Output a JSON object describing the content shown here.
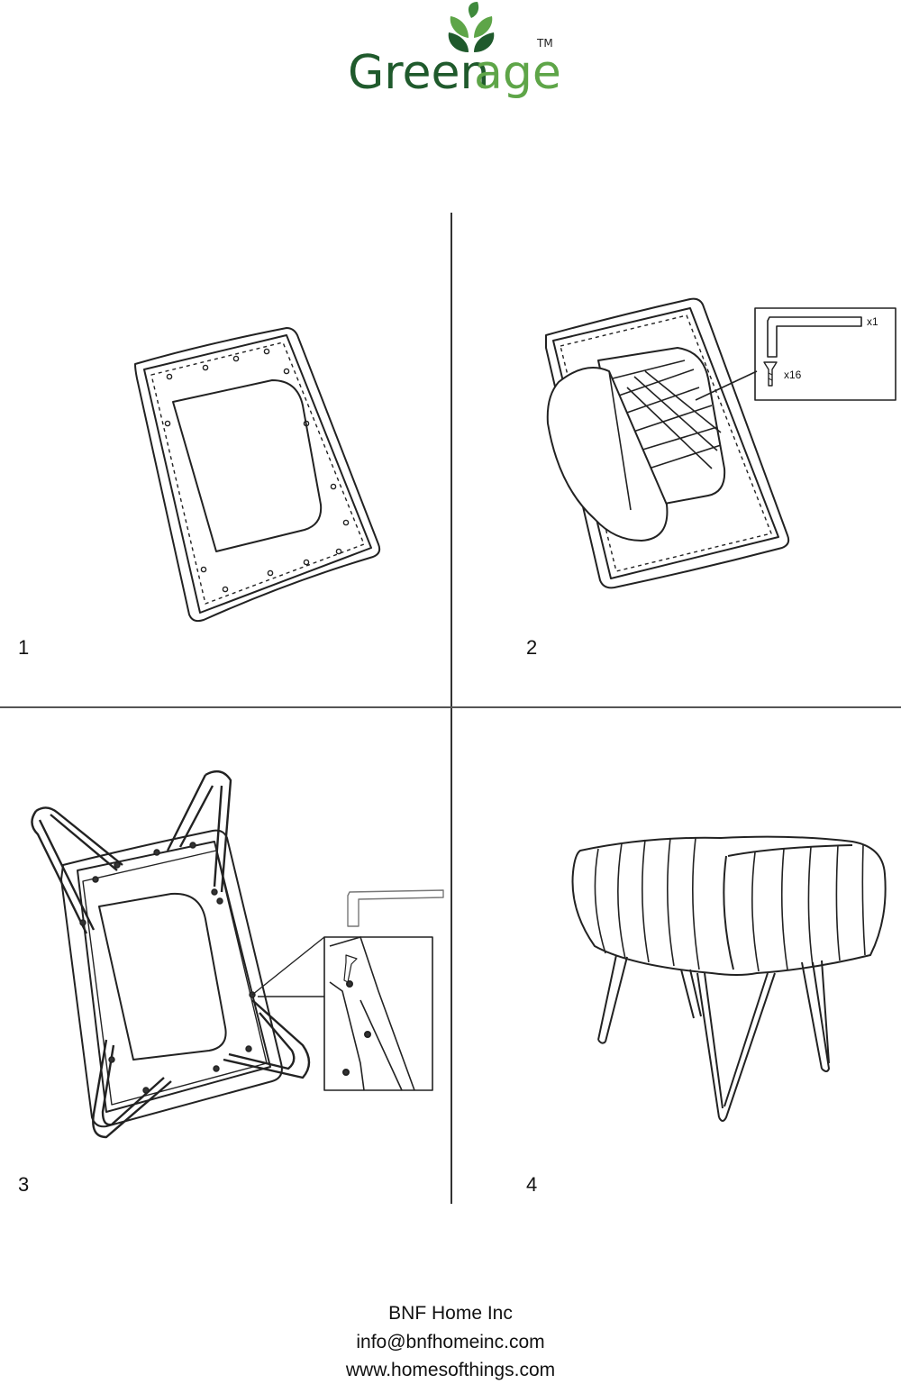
{
  "brand": {
    "name_part1": "Green",
    "name_part2": "age",
    "trademark": "TM",
    "colors": {
      "dark_green": "#1f5a2c",
      "light_green": "#5ea548",
      "leaf_green": "#3f8a3c"
    }
  },
  "steps": [
    {
      "number": "1"
    },
    {
      "number": "2",
      "parts": [
        {
          "icon": "allen-key-icon",
          "qty": "x1"
        },
        {
          "icon": "screw-icon",
          "qty": "x16"
        }
      ]
    },
    {
      "number": "3"
    },
    {
      "number": "4"
    }
  ],
  "footer": {
    "company": "BNF Home Inc",
    "email": "info@bnfhomeinc.com",
    "website": "www.homesofthings.com"
  }
}
